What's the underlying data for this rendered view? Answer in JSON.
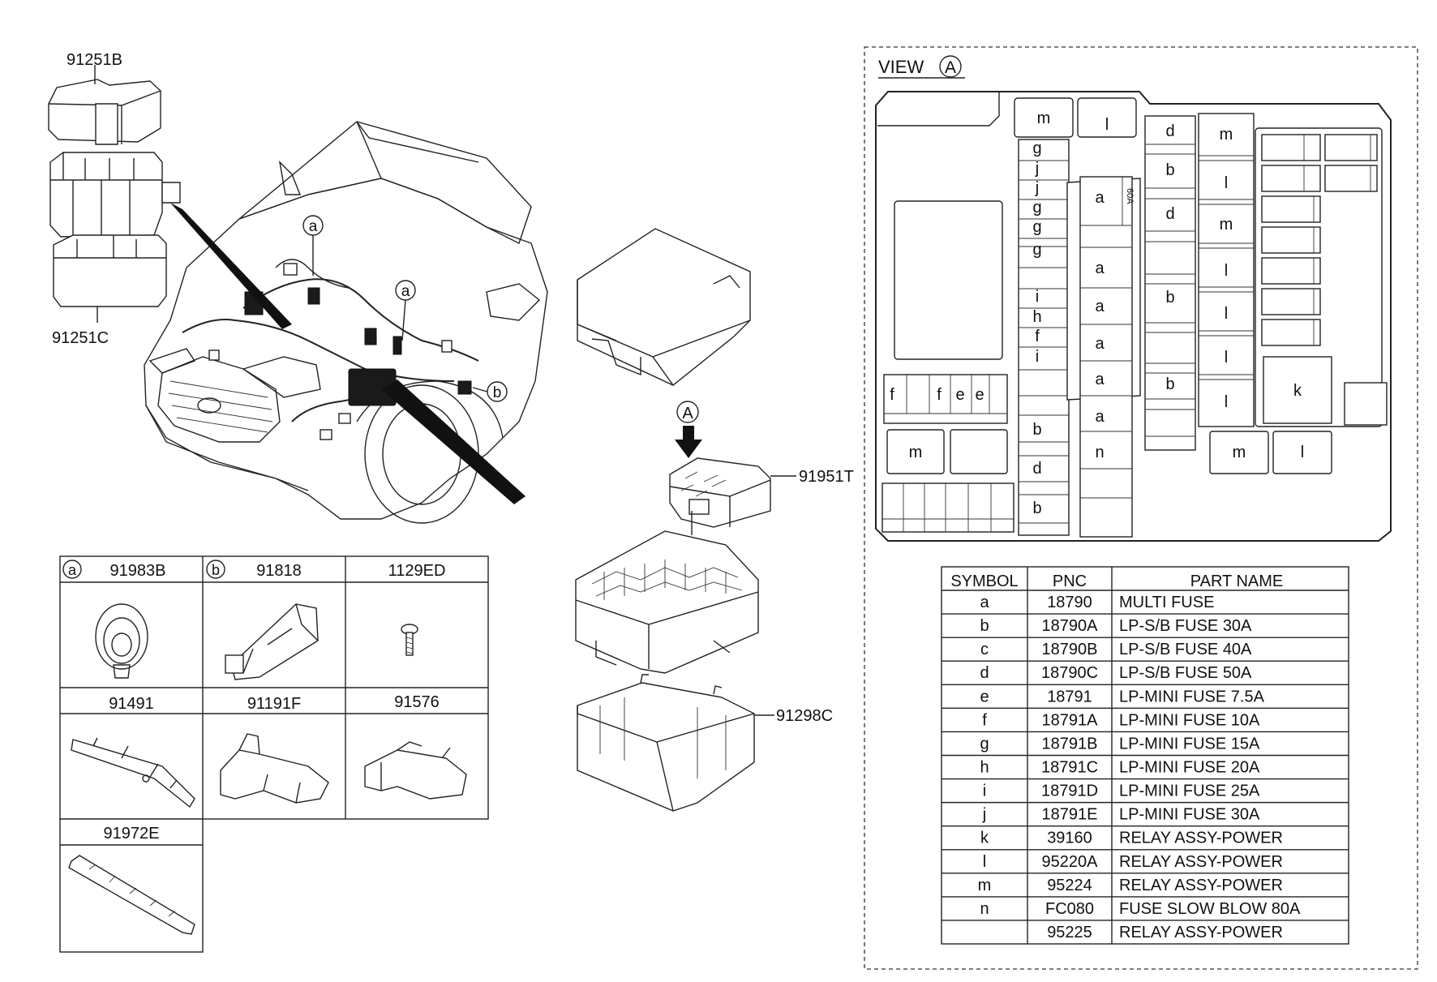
{
  "callouts": {
    "top_cover": "91251B",
    "upper_box": "91251C",
    "junction": "91951T",
    "lower_cover": "91298C"
  },
  "markers": {
    "a": "a",
    "b": "b",
    "A": "A"
  },
  "view": {
    "title": "VIEW",
    "letter": "A"
  },
  "fuse_labels": {
    "c1_top_m": "m",
    "c1_top_l": "l",
    "c2": [
      "g",
      "j",
      "j",
      "g",
      "g",
      "g",
      "i",
      "h",
      "f",
      "i",
      "b",
      "d",
      "b"
    ],
    "c3": [
      "a",
      "a",
      "a",
      "a",
      "a",
      "a",
      "n"
    ],
    "c3_side": "60A",
    "c4": [
      "d",
      "b",
      "d",
      "b",
      "b"
    ],
    "c5": [
      "m",
      "l",
      "m",
      "l",
      "l",
      "l",
      "l"
    ],
    "left_row": [
      "f",
      "f",
      "e",
      "e"
    ],
    "left_bottom_m": "m",
    "right_k": "k",
    "bottom_m": "m",
    "bottom_l": "l"
  },
  "parts_grid": [
    {
      "marker": "a",
      "code": "91983B"
    },
    {
      "marker": "b",
      "code": "91818"
    },
    {
      "marker": "",
      "code": "1129ED"
    },
    {
      "marker": "",
      "code": "91491"
    },
    {
      "marker": "",
      "code": "91191F"
    },
    {
      "marker": "",
      "code": "91576"
    },
    {
      "marker": "",
      "code": "91972E"
    }
  ],
  "legend": {
    "headers": [
      "SYMBOL",
      "PNC",
      "PART NAME"
    ],
    "rows": [
      [
        "a",
        "18790",
        "MULTI FUSE"
      ],
      [
        "b",
        "18790A",
        "LP-S/B FUSE 30A"
      ],
      [
        "c",
        "18790B",
        "LP-S/B FUSE 40A"
      ],
      [
        "d",
        "18790C",
        "LP-S/B FUSE 50A"
      ],
      [
        "e",
        "18791",
        "LP-MINI FUSE 7.5A"
      ],
      [
        "f",
        "18791A",
        "LP-MINI FUSE 10A"
      ],
      [
        "g",
        "18791B",
        "LP-MINI FUSE 15A"
      ],
      [
        "h",
        "18791C",
        "LP-MINI FUSE 20A"
      ],
      [
        "i",
        "18791D",
        "LP-MINI FUSE 25A"
      ],
      [
        "j",
        "18791E",
        "LP-MINI FUSE 30A"
      ],
      [
        "k",
        "39160",
        "RELAY ASSY-POWER"
      ],
      [
        "l",
        "95220A",
        "RELAY ASSY-POWER"
      ],
      [
        "m",
        "95224",
        "RELAY ASSY-POWER"
      ],
      [
        "n",
        "FC080",
        "FUSE SLOW BLOW 80A"
      ],
      [
        "",
        "95225",
        "RELAY ASSY-POWER"
      ]
    ]
  }
}
